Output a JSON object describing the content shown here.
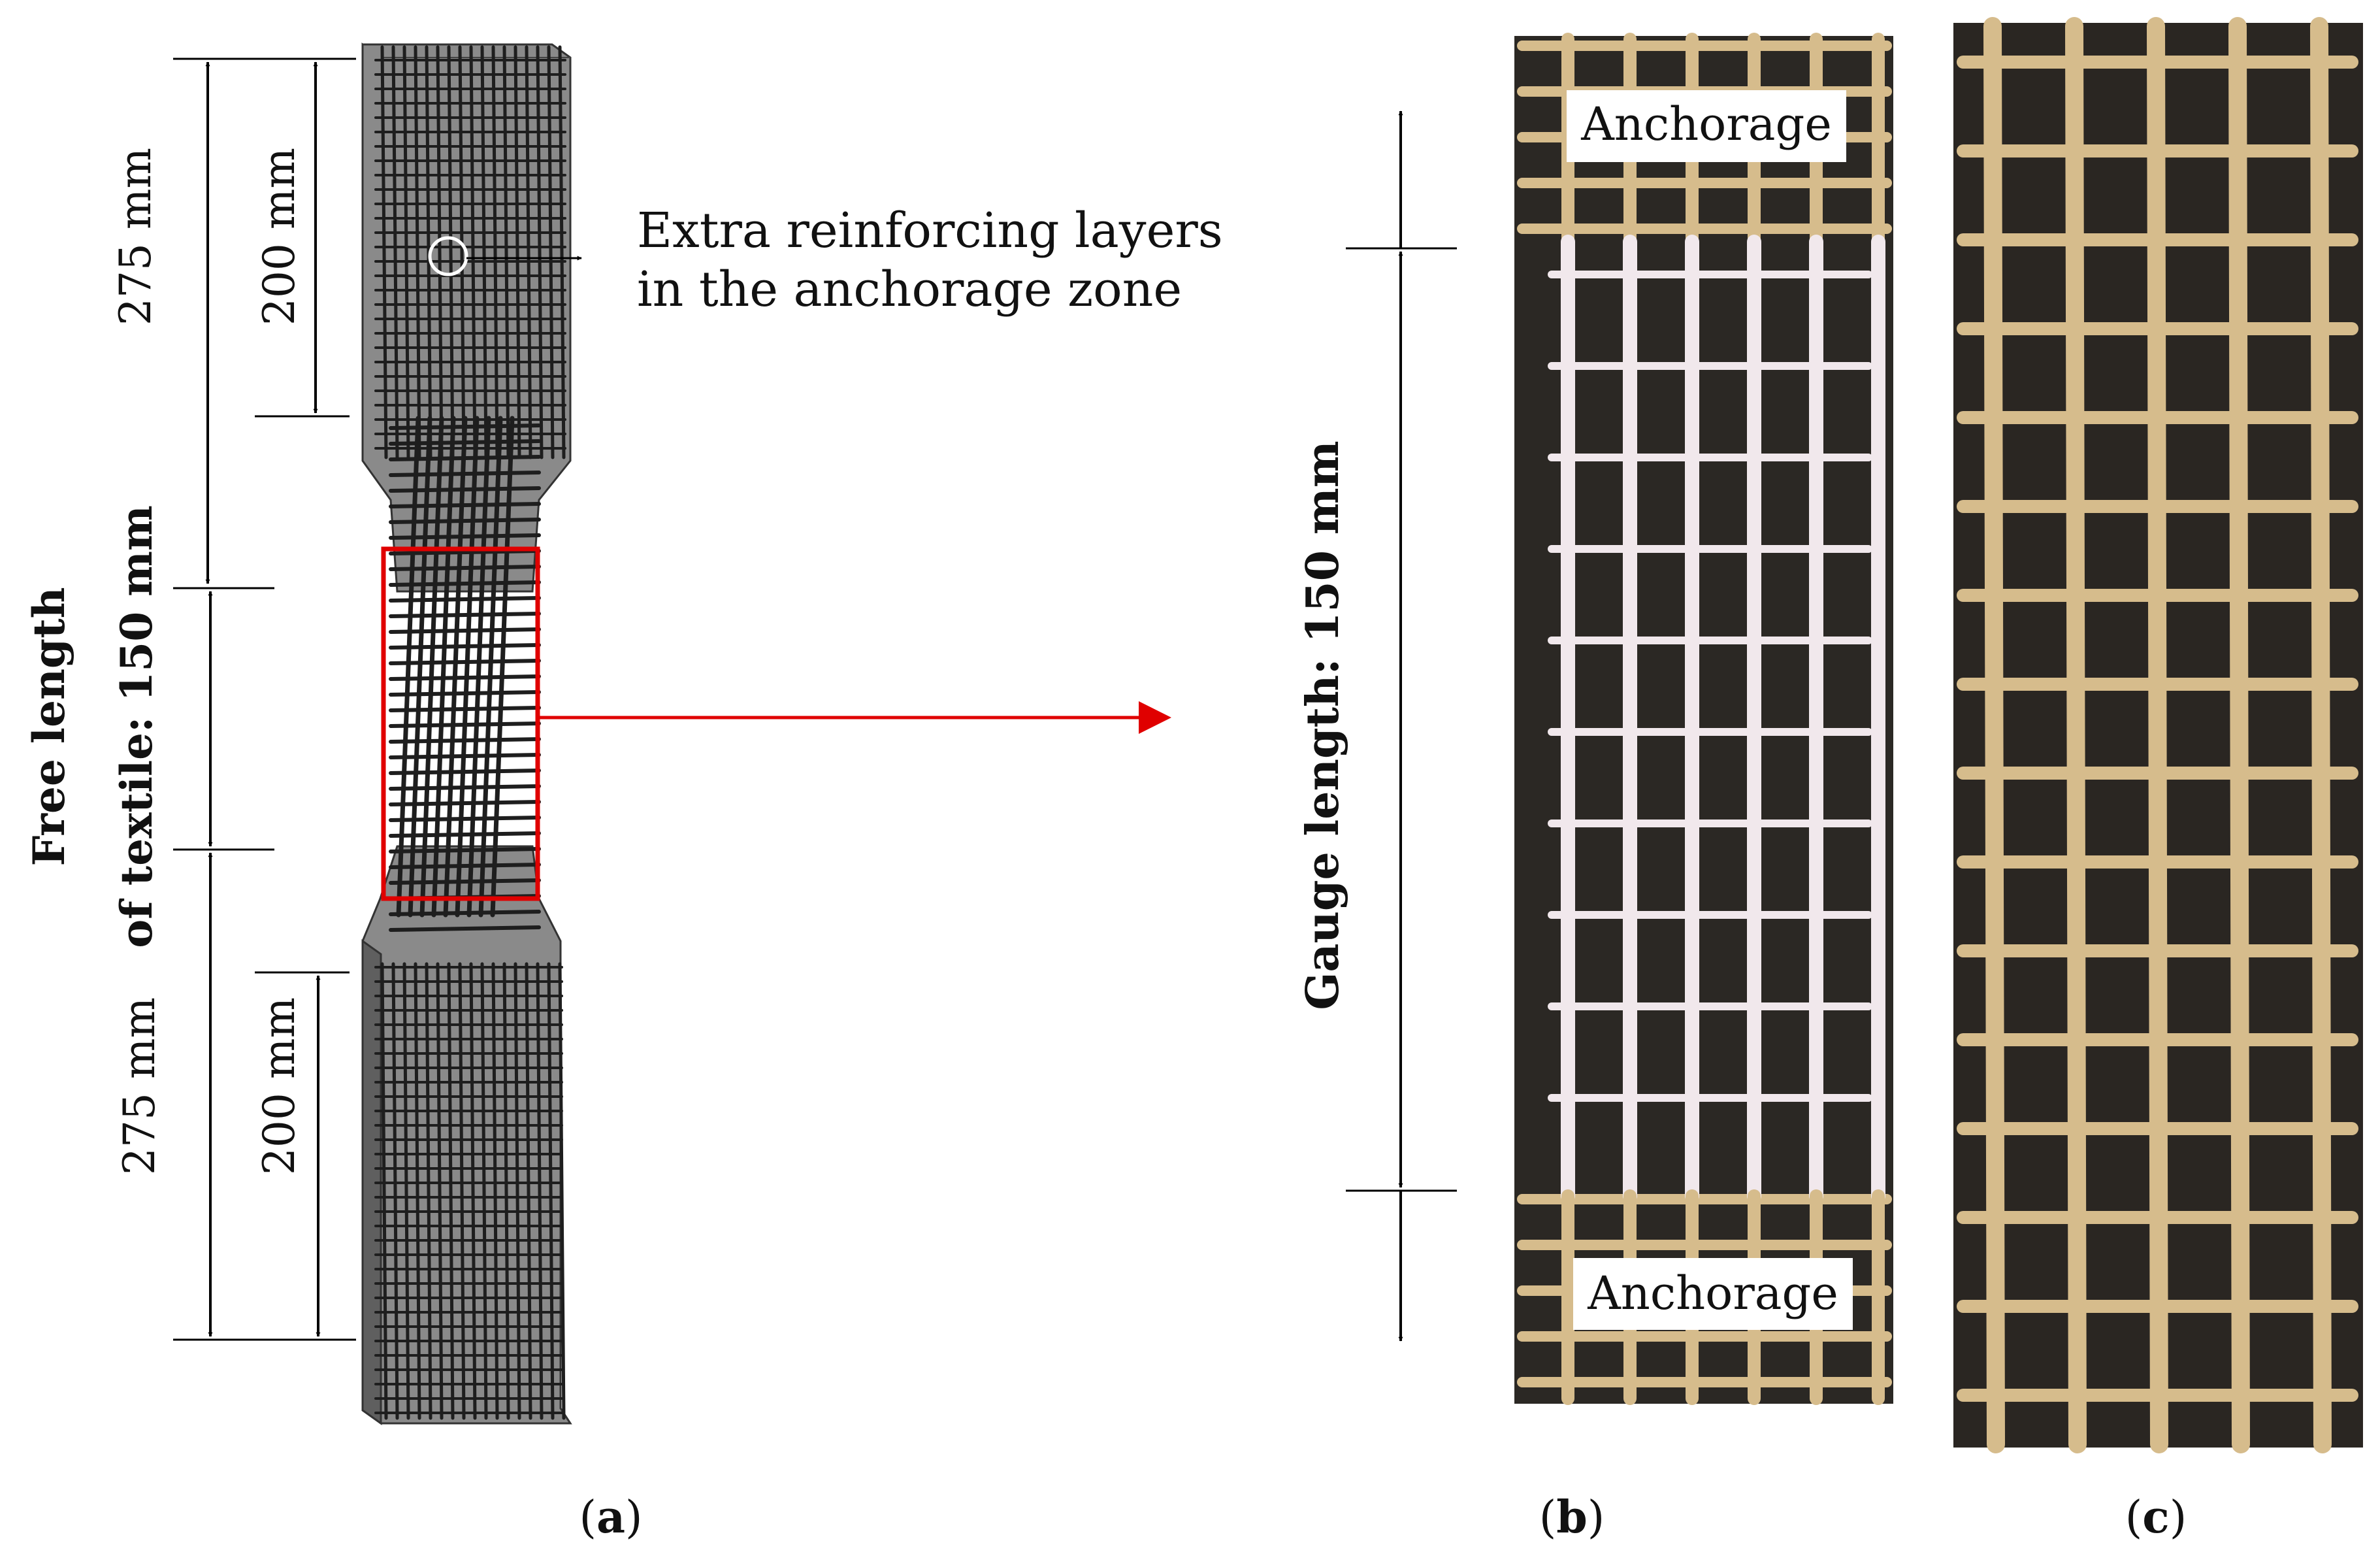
{
  "panel_a": {
    "dim_top_outer": "275 mm",
    "dim_top_inner": "200 mm",
    "dim_bottom_outer": "275 mm",
    "dim_bottom_inner": "200 mm",
    "free_length_line1": "Free length",
    "free_length_line2": "of textile: 150 mm",
    "annotation_line1": "Extra reinforcing layers",
    "annotation_line2": "in the anchorage zone",
    "caption_open": "(",
    "caption_letter": "a",
    "caption_close": ")"
  },
  "panel_b": {
    "anchorage_top": "Anchorage",
    "anchorage_bottom": "Anchorage",
    "gauge_length": "Gauge length: 150 mm",
    "caption_open": "(",
    "caption_letter": "b",
    "caption_close": ")"
  },
  "panel_c": {
    "caption_open": "(",
    "caption_letter": "c",
    "caption_close": ")"
  },
  "colors": {
    "highlight": "#e00000",
    "specimen_fill": "#8a8a8a",
    "textile_dark": "#1e1e1e",
    "photo_background": "#2b2824",
    "textile_white": "#f1e8ec",
    "textile_coated": "#d6bc8c"
  }
}
